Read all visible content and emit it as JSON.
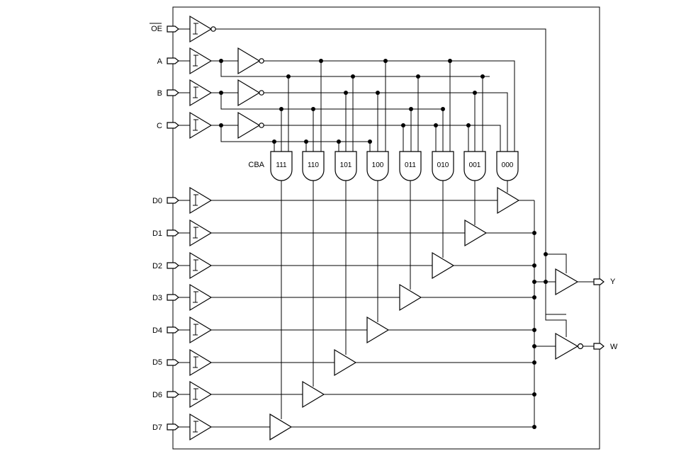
{
  "diagram": {
    "pin_labels": {
      "oe": "OE",
      "a": "A",
      "b": "B",
      "c": "C",
      "d0": "D0",
      "d1": "D1",
      "d2": "D2",
      "d3": "D3",
      "d4": "D4",
      "d5": "D5",
      "d6": "D6",
      "d7": "D7",
      "y": "Y",
      "w": "W"
    },
    "decoder_header": "CBA",
    "gates": [
      "111",
      "110",
      "101",
      "100",
      "011",
      "010",
      "001",
      "000"
    ],
    "oe_overbar": true
  }
}
